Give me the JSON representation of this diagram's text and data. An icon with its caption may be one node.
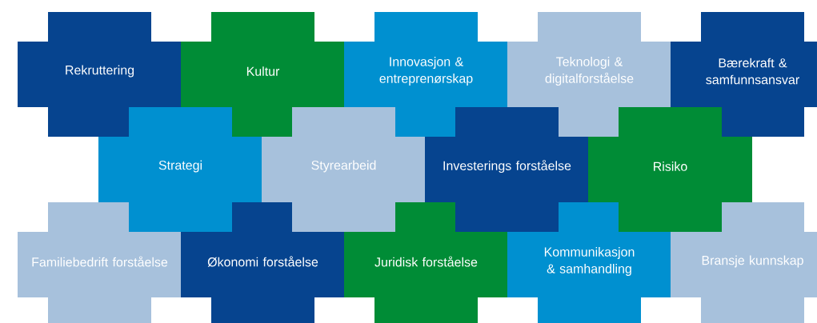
{
  "diagram": {
    "nodes": [
      {
        "text": [
          "Rekruttering"
        ]
      },
      {
        "text": [
          "Kultur"
        ]
      },
      {
        "text": [
          "Innovasjon & entreprenørskap"
        ]
      },
      {
        "text": [
          "Teknologi & digitalforståelse"
        ]
      },
      {
        "text": [
          "Bærekraft & samfunnsansvar"
        ]
      },
      {
        "text": [
          "Strategi"
        ]
      },
      {
        "text": [
          "Styrearbeid"
        ]
      },
      {
        "text": [
          "Investerings forståelse"
        ]
      },
      {
        "text": [
          "Risiko"
        ]
      },
      {
        "text": [
          "Familiebedrift forståelse"
        ]
      },
      {
        "text": [
          "Økonomi forståelse"
        ]
      },
      {
        "text": [
          "Juridisk forståelse"
        ]
      },
      {
        "text": [
          "Kommunikasjon & samhandling"
        ]
      },
      {
        "text": [
          "Bransje kunnskap"
        ]
      }
    ]
  }
}
